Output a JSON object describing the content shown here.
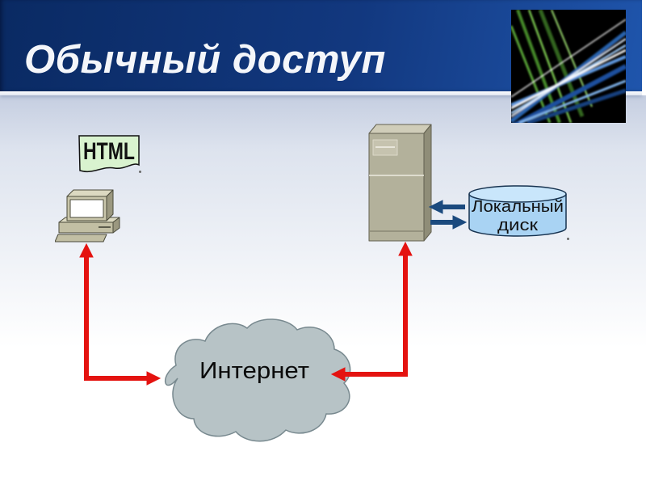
{
  "slide": {
    "title": "Обычный доступ"
  },
  "header": {
    "bg_start": "#0a2a63",
    "bg_mid": "#12387f",
    "bg_end": "#1f55ac",
    "title_color": "#f4f6fa"
  },
  "decor_image": {
    "name": "light-streaks-abstract",
    "bg": "#000000",
    "green": "#6fbf44",
    "blue": "#5f97dd",
    "white": "#ffffff"
  },
  "diagram": {
    "html_doc": {
      "label": "HTML",
      "fill": "#d9f3cf"
    },
    "computer": {
      "name": "client-computer",
      "body_fill": "#c9c6ab"
    },
    "server": {
      "name": "web-server",
      "body_fill": "#b3b19b"
    },
    "disk": {
      "label": "Локальный диск",
      "label_lines": [
        "Локальный",
        "диск"
      ],
      "fill_body": "#a9d3f3",
      "fill_top": "#c9e6fb"
    },
    "cloud": {
      "label": "Интернет",
      "fill": "#b7c3c6",
      "outline": "#78898f"
    },
    "colors": {
      "red_arrow": "#e41310",
      "blue_arrow": "#1b4a7e"
    }
  }
}
